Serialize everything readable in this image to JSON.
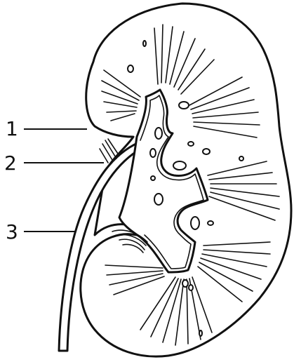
{
  "labels": [
    {
      "id": "1",
      "text": "1"
    },
    {
      "id": "2",
      "text": "2"
    },
    {
      "id": "3",
      "text": "3"
    }
  ],
  "icons": {
    "kidney": "kidney-cross-section-icon"
  }
}
